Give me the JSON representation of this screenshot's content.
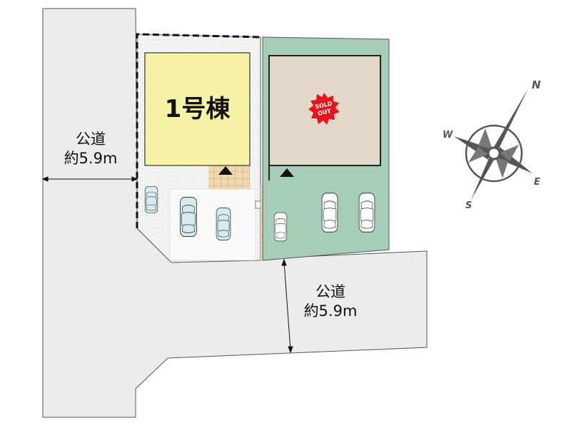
{
  "building": {
    "label": "1号棟",
    "color": "#f7f3a6"
  },
  "sold_badge": {
    "line1": "SOLD",
    "line2": "OUT",
    "color": "#e8141c"
  },
  "roads": [
    {
      "name": "公道",
      "width": "約5.9m"
    },
    {
      "name": "公道",
      "width": "約5.9m"
    }
  ],
  "compass": {
    "n": "N",
    "s": "S",
    "e": "E",
    "w": "W"
  },
  "colors": {
    "road": "#ececec",
    "sold_lot": "#a6cdb8",
    "sold_house": "#e2d9c8",
    "car_lot1": "#d4eced"
  }
}
